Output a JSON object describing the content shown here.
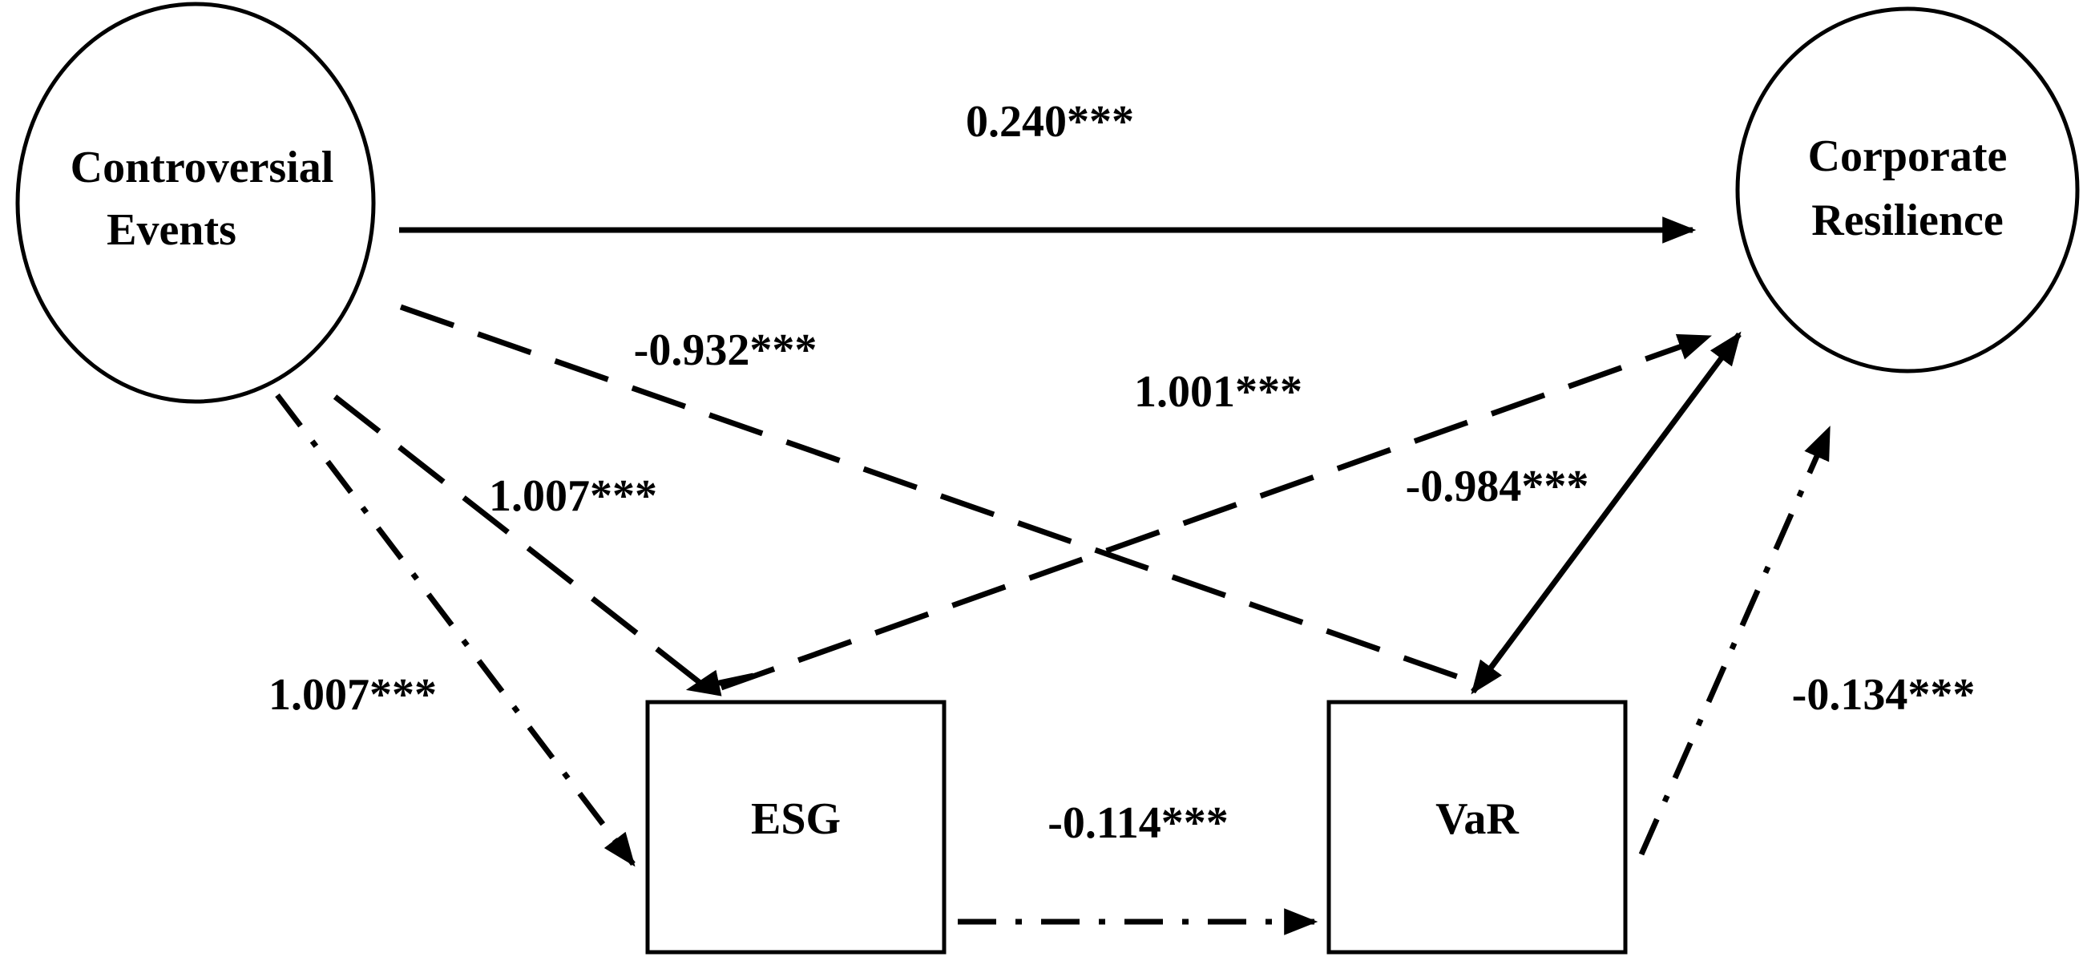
{
  "nodes": {
    "controversial_events": {
      "line1": "Controversial",
      "line2": "Events"
    },
    "corporate_resilience": {
      "line1": "Corporate",
      "line2": "Resilience"
    },
    "esg": {
      "label": "ESG"
    },
    "var": {
      "label": "VaR"
    }
  },
  "edges": {
    "ce_to_cr": {
      "coefficient": "0.240***",
      "style": "solid"
    },
    "ce_to_var": {
      "coefficient": "-0.932***",
      "style": "dashed"
    },
    "esg_to_cr": {
      "coefficient": "1.001***",
      "style": "dashed"
    },
    "ce_to_esg_dashed": {
      "coefficient": "1.007***",
      "style": "dashed"
    },
    "ce_to_esg_dashdot": {
      "coefficient": "1.007***",
      "style": "dash-dot"
    },
    "var_to_cr": {
      "coefficient": "-0.984***",
      "style": "solid"
    },
    "esg_to_var": {
      "coefficient": "-0.114***",
      "style": "dash-dot"
    },
    "var_to_cr_dashdot": {
      "coefficient": "-0.134***",
      "style": "dash-dot"
    }
  },
  "colors": {
    "stroke": "#000000",
    "background": "#ffffff"
  }
}
